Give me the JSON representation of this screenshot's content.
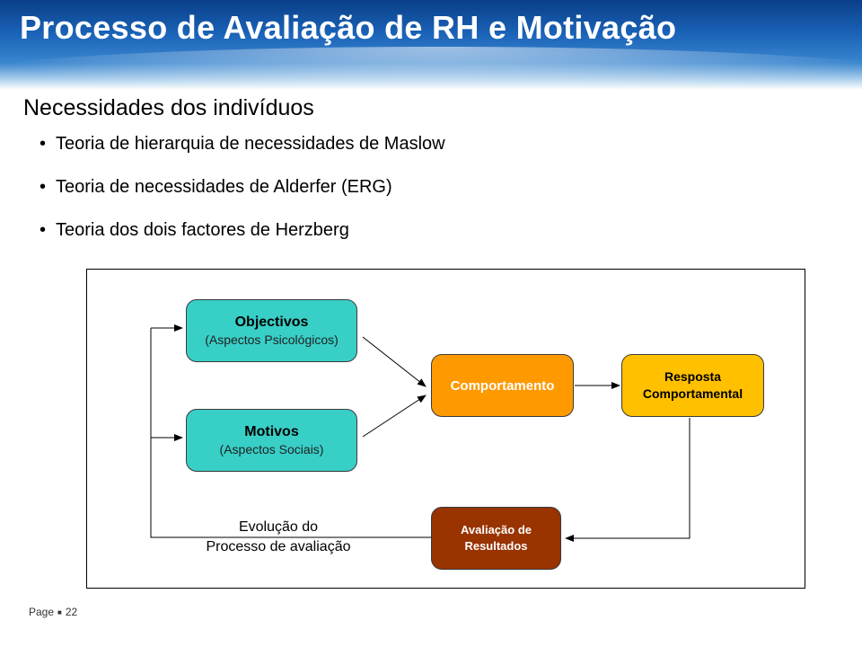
{
  "slide": {
    "title": "Processo de Avaliação de RH e Motivação",
    "subtitle": "Necessidades dos indivíduos",
    "bullets": [
      "Teoria de hierarquia de necessidades de Maslow",
      "Teoria de necessidades de Alderfer (ERG)",
      "Teoria dos dois factores de Herzberg"
    ]
  },
  "diagram": {
    "nodes": {
      "objectivos": {
        "title": "Objectivos",
        "subtitle": "(Aspectos Psicológicos)",
        "color": "#38cfc7"
      },
      "motivos": {
        "title": "Motivos",
        "subtitle": "(Aspectos Sociais)",
        "color": "#38cfc7"
      },
      "comportamento": {
        "title": "Comportamento",
        "color": "#ff9900"
      },
      "resposta": {
        "title_line1": "Resposta",
        "title_line2": "Comportamental",
        "color": "#ffc000"
      },
      "avaliacao": {
        "title_line1": "Avaliação de",
        "title_line2": "Resultados",
        "color": "#993300"
      }
    },
    "feedback_label_line1": "Evolução do",
    "feedback_label_line2": "Processo de avaliação"
  },
  "footer": {
    "page_label": "Page",
    "page_number": "22"
  }
}
